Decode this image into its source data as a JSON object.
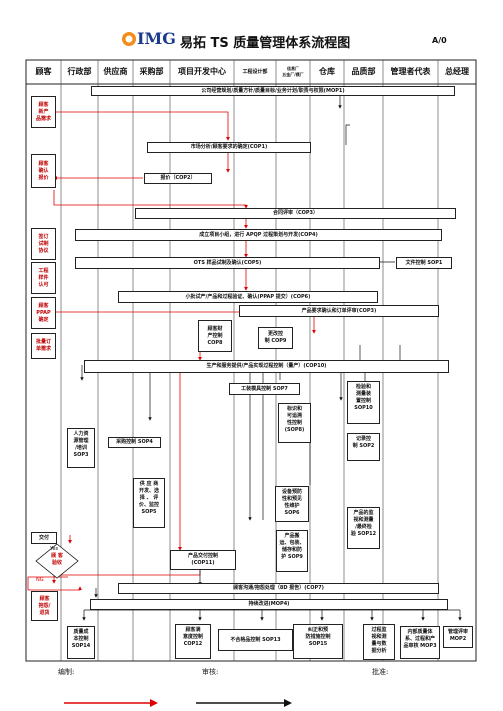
{
  "header": {
    "logo_text": "IMG",
    "title": "易拓 TS 质量管理体系流程图",
    "doc_version": "A/0"
  },
  "columns": [
    {
      "label": "顾客"
    },
    {
      "label": "行政部"
    },
    {
      "label": "供应商"
    },
    {
      "label": "采购部"
    },
    {
      "label": "项目开发中心"
    },
    {
      "label": "工程设计部"
    },
    {
      "label": "佳易厂\n五金厂/模厂"
    },
    {
      "label": "仓库"
    },
    {
      "label": "品质部"
    },
    {
      "label": "管理者代表"
    },
    {
      "label": "总经理"
    }
  ],
  "boxes": {
    "mop1": "公司经营规划/质量方针/质量目标/业务计划/职责与权限(MOP1)",
    "new_product_req": "顾客\n新产\n品需求",
    "cop1": "市场分析/顾客要求的确定(COP1)",
    "confirm_quote": "顾客\n确认\n报价",
    "cop2": "报价（COP2）",
    "cop3": "合同评审（COP3）",
    "sign_agreement": "签订\n试制\n协议",
    "cop4": "成立项目小组，进行 APQP 过程策划与开发(COP4)",
    "eng_approval": "工程\n样件\n认可",
    "cop5": "OTS 样品试制及确认(COP5)",
    "sop1": "文件控制 SOP1",
    "ppap_approval": "顾客\nPPAP\n确定",
    "cop6": "小批试产/产品和过程验证、确认(PPAP 提交）(COP6)",
    "bulk_order": "批量订\n单需求",
    "cop3b": "产品要求确认和订单评审(COP3)",
    "cop8": "顾客财\n产控制\nCOP8",
    "cop9": "更改控\n制 COP9",
    "cop10": "生产和服务提供/产品实现过程控制（量产）(COP10)",
    "sop7": "工装模具控制 SOP7",
    "sop10": "检验和\n测量装\n置控制\nSOP10",
    "sop3": "人力资\n源管理\n/培训\nSOP3",
    "sop4": "采购控制 SOP4",
    "sop8": "标识和\n可追溯\n性控制\n(SOP8)",
    "sop2": "记录控\n制 SOP2",
    "sop5": "供 应 商\n开发、选\n择 、 评\n价、监控\nSOP5",
    "sop6": "设备预防\n性和预见\n性维护\nSOP6",
    "sop12": "产品的监\n视和测量\n/最终检\n验 SOP12",
    "sop9": "产品搬\n运、包装、\n储存和防\n护 SOP9",
    "delivery": "交付",
    "customer_accept": "顾 客\n验收",
    "yes_label": "Yes",
    "no_label": "NG",
    "cop11": "产品交付控制\n(COP11)",
    "cop7": "顾客沟通/抱怨处理（8D 报告）(COP7)",
    "complaint": "顾客\n抱怨/\n退货",
    "mop4": "持续改进(MOP4)",
    "sop14": "质量成\n本控制\nSOP14",
    "cop12": "顾客满\n意度控制\nCOP12",
    "sop13": "不合格品控制 SOP13",
    "sop15": "纠正和预\n防措施控制\nSOP15",
    "process_audit": "过程监\n视和测\n量与数\n据分析",
    "mop3": "内部质量体\n系、过程和产\n品审核 MOP3",
    "mop2": "管理评审\nMOP2"
  },
  "footer": {
    "prepared": "编制:",
    "reviewed": "审核:",
    "approved": "批准:"
  },
  "colors": {
    "flow_red": "#e00000",
    "flow_black": "#111111",
    "customer_text": "#c00000"
  }
}
